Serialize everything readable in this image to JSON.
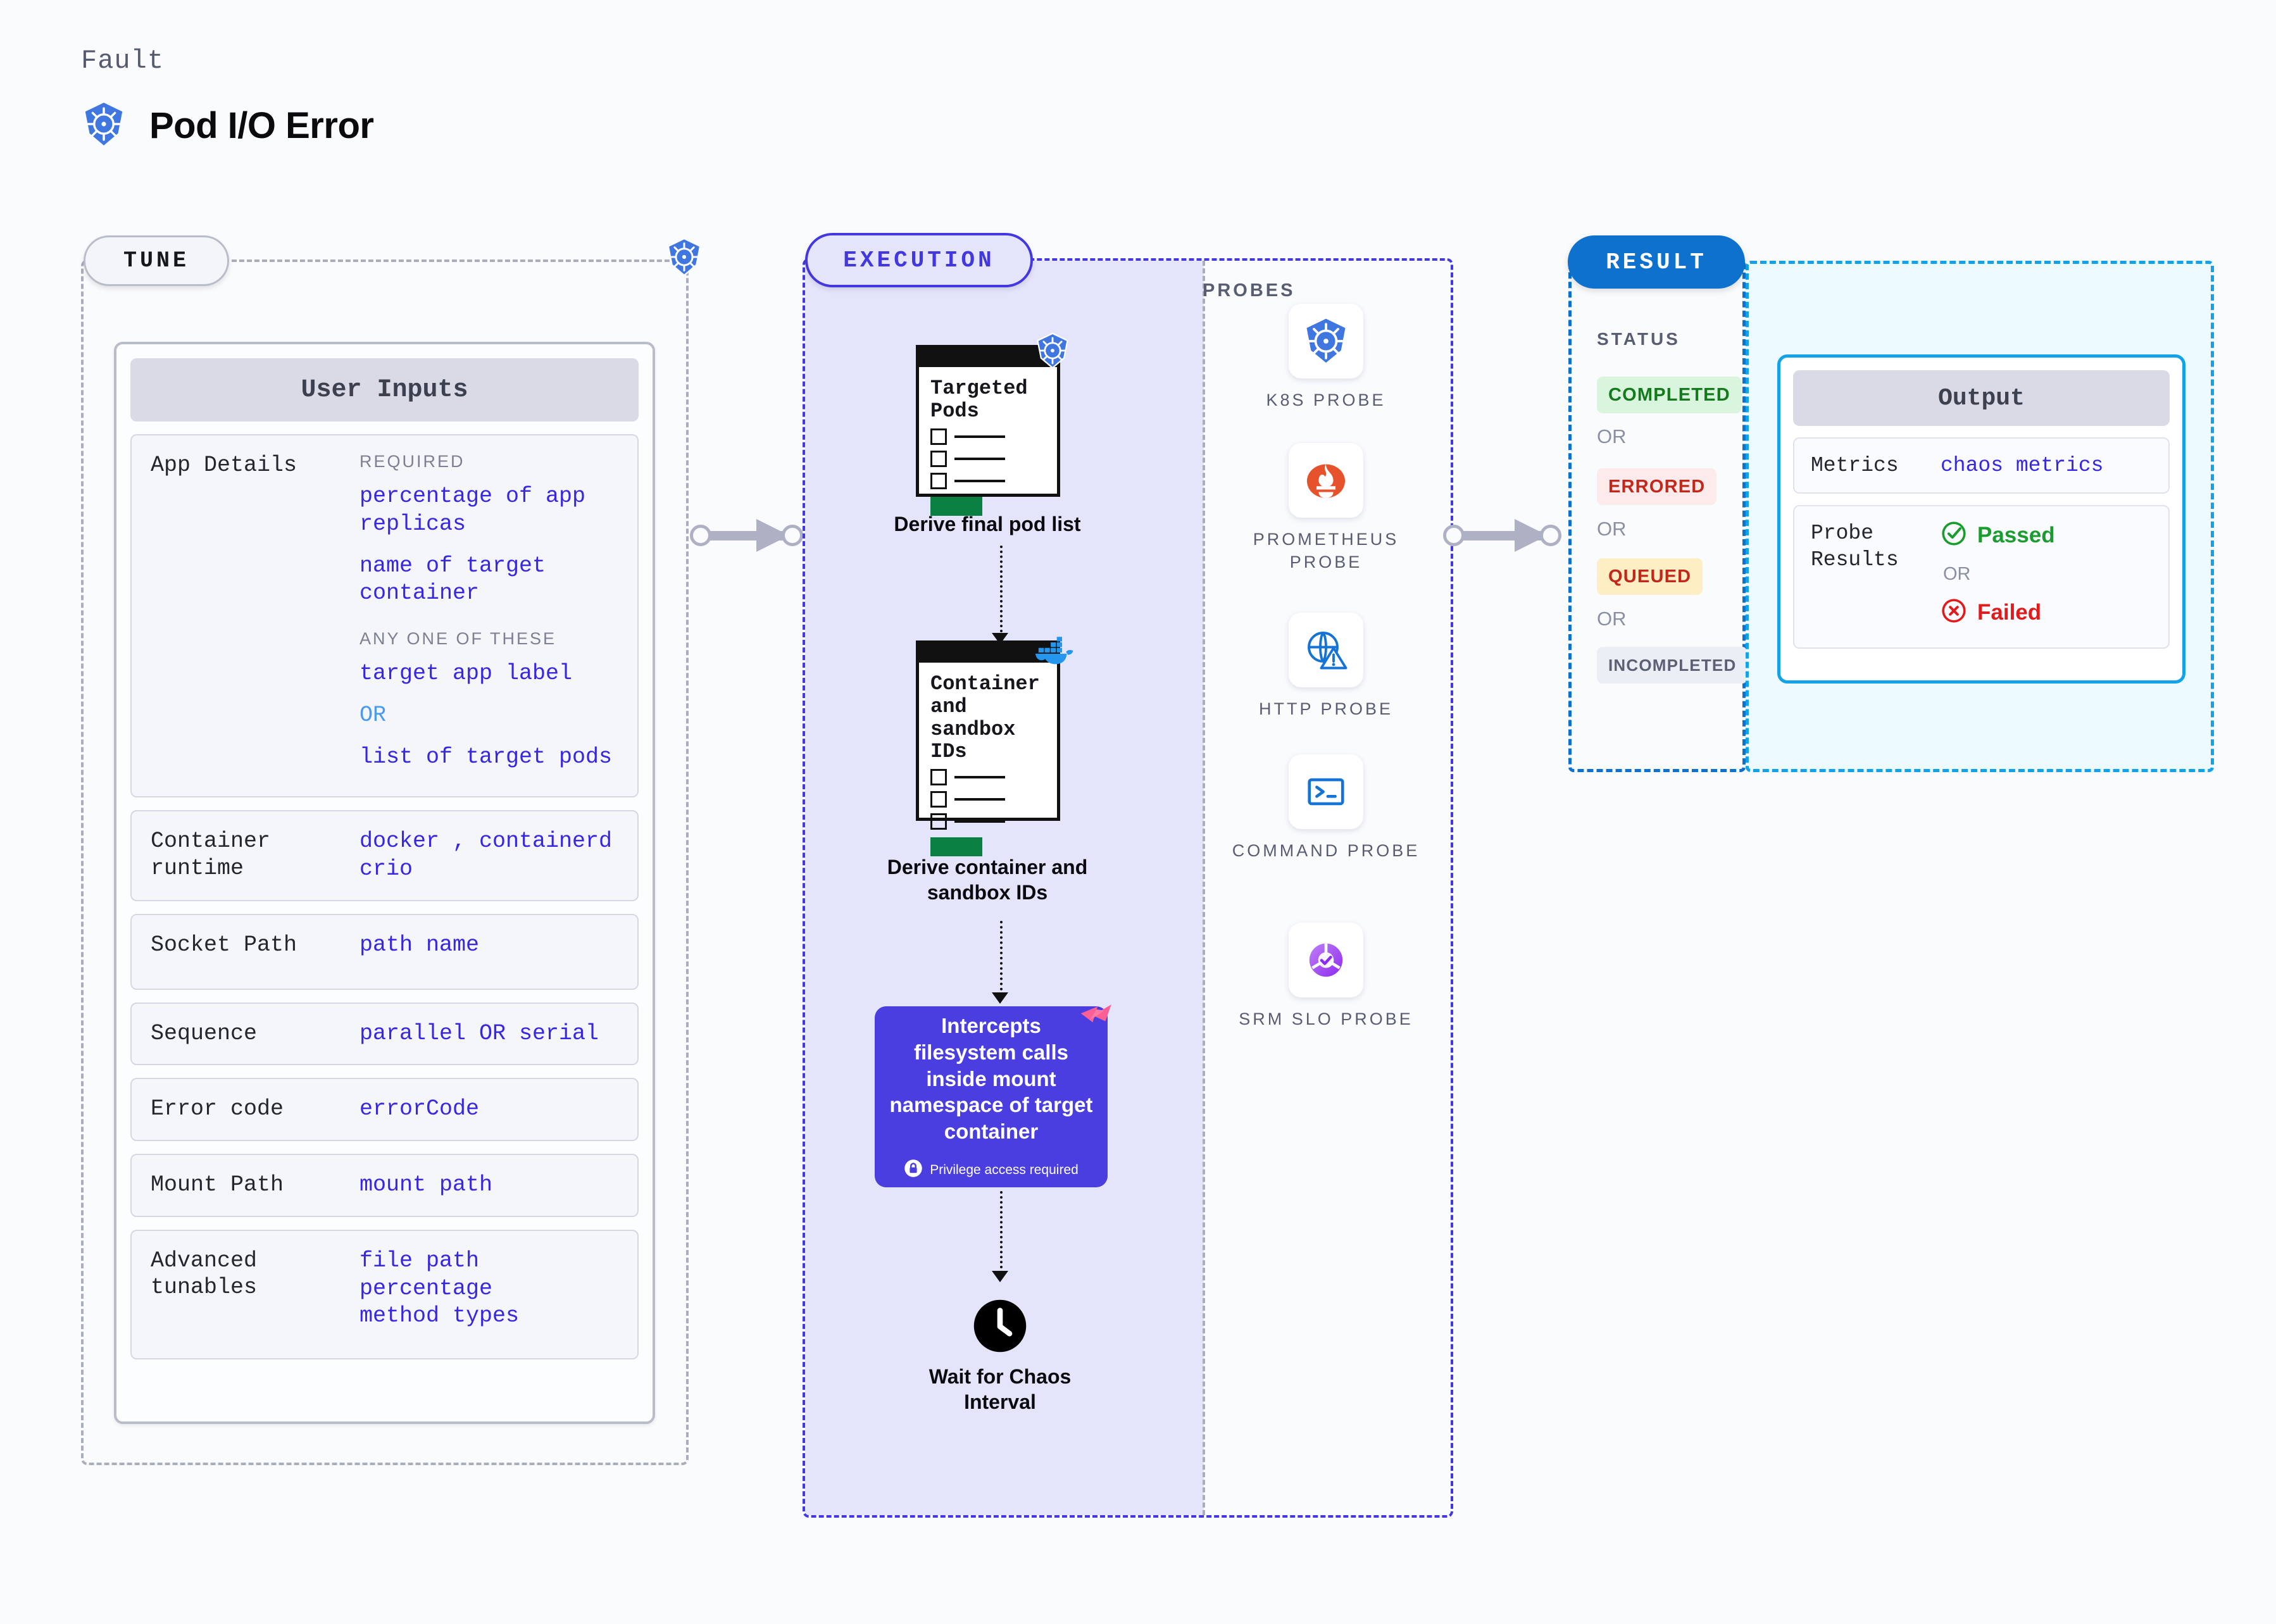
{
  "header": {
    "kicker": "Fault",
    "title": "Pod I/O Error",
    "icon": "kubernetes-icon"
  },
  "tune": {
    "tag": "TUNE",
    "card_title": "User Inputs",
    "badge_icon": "kubernetes-icon",
    "rows": [
      {
        "label": "App Details",
        "groups": [
          {
            "caption": "REQUIRED",
            "values": [
              "percentage of app replicas",
              "name of target container"
            ]
          },
          {
            "caption": "ANY ONE OF THESE",
            "values": [
              "target app label",
              "OR",
              "list of target pods"
            ]
          }
        ]
      },
      {
        "label": "Container runtime",
        "values": [
          "docker , containerd",
          "crio"
        ]
      },
      {
        "label": "Socket Path",
        "values": [
          "path name"
        ]
      },
      {
        "label": "Sequence",
        "values": [
          "parallel OR serial"
        ]
      },
      {
        "label": "Error code",
        "values": [
          "errorCode"
        ]
      },
      {
        "label": "Mount Path",
        "values": [
          "mount path"
        ]
      },
      {
        "label": "Advanced tunables",
        "values": [
          "file path",
          "percentage",
          "method types"
        ]
      }
    ]
  },
  "execution": {
    "tag": "EXECUTION",
    "steps": [
      {
        "card_title": "Targeted Pods",
        "caption": "Derive final pod list",
        "badge_icon": "kubernetes-icon"
      },
      {
        "card_title": "Container and sandbox IDs",
        "caption": "Derive container and sandbox IDs",
        "badge_icon": "docker-icon"
      }
    ],
    "action_box": {
      "text": "Intercepts filesystem calls inside mount namespace of target container",
      "note": "Privilege access required",
      "note_icon": "lock-icon",
      "corner_icon": "litmus-icon",
      "color": "#4a3ee0"
    },
    "wait_step": {
      "icon": "clock-icon",
      "caption": "Wait for Chaos Interval"
    }
  },
  "probes": {
    "label": "PROBES",
    "items": [
      {
        "name": "K8S PROBE",
        "icon": "kubernetes-icon"
      },
      {
        "name": "PROMETHEUS PROBE",
        "icon": "prometheus-icon"
      },
      {
        "name": "HTTP PROBE",
        "icon": "http-globe-warning-icon"
      },
      {
        "name": "COMMAND PROBE",
        "icon": "terminal-icon"
      },
      {
        "name": "SRM SLO PROBE",
        "icon": "srm-slo-icon"
      }
    ]
  },
  "result": {
    "tag": "RESULT",
    "status_label": "STATUS",
    "or_label": "OR",
    "statuses": [
      {
        "text": "COMPLETED",
        "bg": "#d9f5dd",
        "color": "#147a1d"
      },
      {
        "text": "ERRORED",
        "bg": "#fdeaea",
        "color": "#c2271c"
      },
      {
        "text": "QUEUED",
        "bg": "#fdeec3",
        "color": "#c2271c"
      },
      {
        "text": "INCOMPLETED",
        "bg": "#eceef5",
        "color": "#5b6074"
      }
    ]
  },
  "output": {
    "card_title": "Output",
    "metrics_label": "Metrics",
    "metrics_value": "chaos metrics",
    "probe_results_label": "Probe Results",
    "passed_text": "Passed",
    "passed_icon": "check-circle-icon",
    "or_label": "OR",
    "failed_text": "Failed",
    "failed_icon": "x-circle-icon"
  }
}
